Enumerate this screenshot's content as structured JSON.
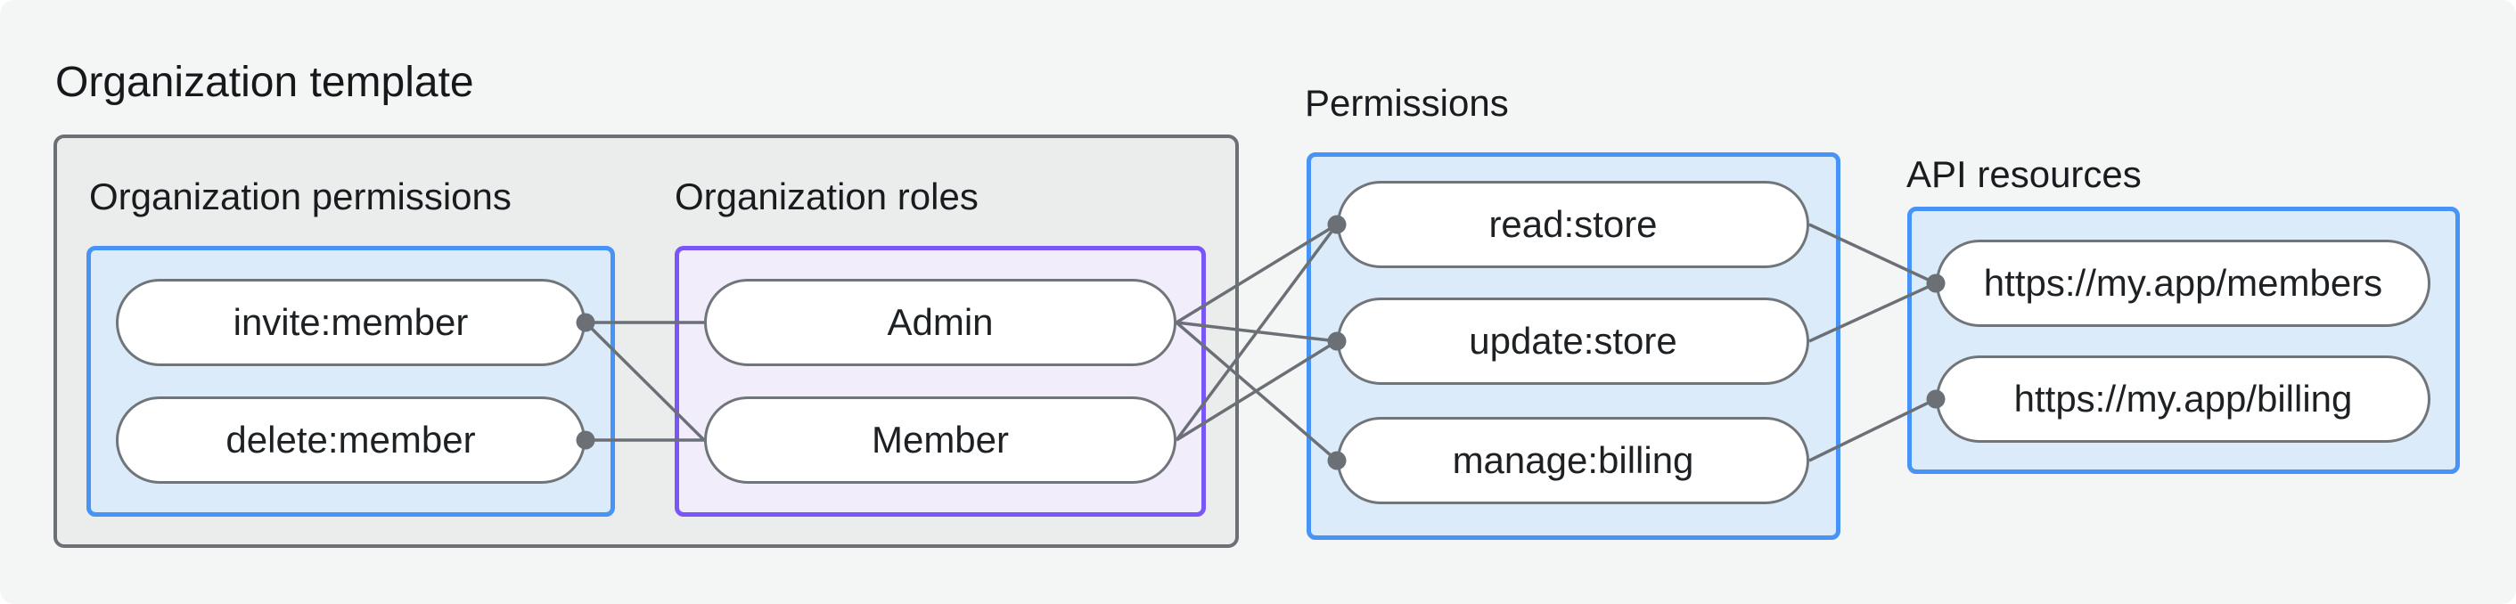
{
  "title": "Organization template",
  "sections": {
    "organization_permissions": {
      "label": "Organization permissions",
      "pills": [
        "invite:member",
        "delete:member"
      ]
    },
    "organization_roles": {
      "label": "Organization roles",
      "pills": [
        "Admin",
        "Member"
      ]
    },
    "permissions": {
      "label": "Permissions",
      "pills": [
        "read:store",
        "update:store",
        "manage:billing"
      ]
    },
    "api_resources": {
      "label": "API resources",
      "pills": [
        "https://my.app/members",
        "https://my.app/billing"
      ]
    }
  },
  "colors": {
    "background": "#f4f6f5",
    "gray_box_fill": "#ebedec",
    "gray_box_border": "#6b7075",
    "blue_fill": "#dcebfa",
    "blue_border": "#4793f6",
    "purple_fill": "#f2edfb",
    "purple_border": "#7a55f8",
    "pill_border": "#70757a",
    "connector": "#6b7076",
    "text": "#191c1f"
  },
  "graph": {
    "edges": [
      [
        "invite-member@right",
        "admin@left"
      ],
      [
        "invite-member@right",
        "member@left"
      ],
      [
        "delete-member@right",
        "member@left"
      ],
      [
        "admin@right",
        "read-store@left"
      ],
      [
        "admin@right",
        "update-store@left"
      ],
      [
        "admin@right",
        "manage-billing@left"
      ],
      [
        "member@right",
        "read-store@left"
      ],
      [
        "member@right",
        "update-store@left"
      ],
      [
        "read-store@right",
        "api-members@left"
      ],
      [
        "update-store@right",
        "api-members@left"
      ],
      [
        "manage-billing@right",
        "api-billing@left"
      ]
    ],
    "dots": [
      "invite-member@right",
      "delete-member@right",
      "read-store@left",
      "update-store@left",
      "manage-billing@left",
      "api-members@left",
      "api-billing@left"
    ]
  }
}
